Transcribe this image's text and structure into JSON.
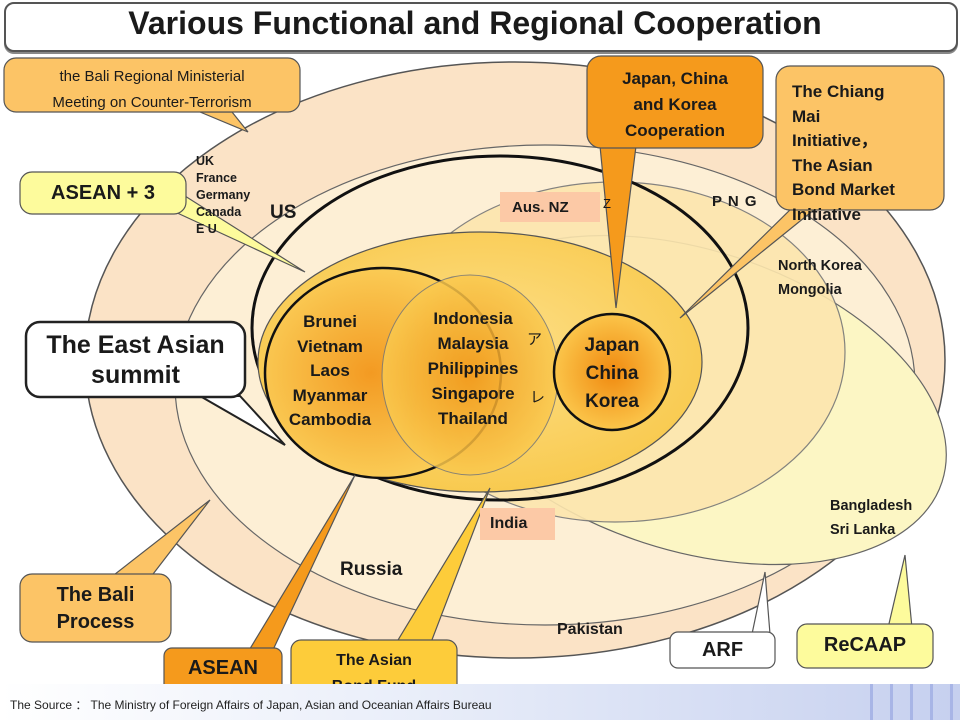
{
  "title": "Various Functional and Regional Cooperation",
  "callouts": {
    "bali_ministerial": [
      "the Bali Regional Ministerial",
      "Meeting on Counter-Terrorism"
    ],
    "asean_plus3": "ASEAN + 3",
    "east_asian_summit": [
      "The East Asian",
      "summit"
    ],
    "bali_process": [
      "The Bali",
      "Process"
    ],
    "asean": "ASEAN",
    "asian_bond_fund": [
      "The Asian",
      "Bond Fund"
    ],
    "arf": "ARF",
    "recaap": "ReCAAP",
    "japan_china_korea": [
      "Japan, China",
      "and Korea",
      "Cooperation"
    ],
    "chiang_mai": [
      "The Chiang",
      "Mai",
      "Initiative，",
      "The Asian",
      "Bond Market",
      "Initiative"
    ]
  },
  "countries": {
    "uk_group": [
      "UK",
      "France",
      "Germany",
      "Canada",
      "E U"
    ],
    "us": "US",
    "group_a": [
      "Brunei",
      "Vietnam",
      "Laos",
      "Myanmar",
      "Cambodia"
    ],
    "group_b": [
      "Indonesia",
      "Malaysia",
      "Philippines",
      "Singapore",
      "Thailand"
    ],
    "group_c": [
      "Japan",
      "China",
      "Korea"
    ],
    "aus_nz": "Aus. NZ",
    "png": "P N G",
    "north_korea_mongolia": [
      "North Korea",
      "Mongolia"
    ],
    "india": "India",
    "russia": "Russia",
    "bangladesh_srilanka": [
      "Bangladesh",
      "Sri Lanka"
    ],
    "pakistan": "Pakistan",
    "stray_glyphs": [
      "ア",
      "レ",
      "Z"
    ]
  },
  "footer": "The Source ： The Ministry of Foreign Affairs of Japan,  Asian and Oceanian Affairs Bureau",
  "colors": {
    "outer_region": "#fbe4c8",
    "arf_region": "#fdf0d8",
    "recaap_region": "#fcf6c6",
    "east_asian_summit_region": "#fce8b0",
    "asean_plus3_region": "#fbd26a",
    "asean_region": "#f7c13c",
    "jck_core": "#f6a52a",
    "orange_callout": "#f59a1c",
    "light_callout": "#fcc466",
    "yellow_callout": "#fdfb9c"
  }
}
